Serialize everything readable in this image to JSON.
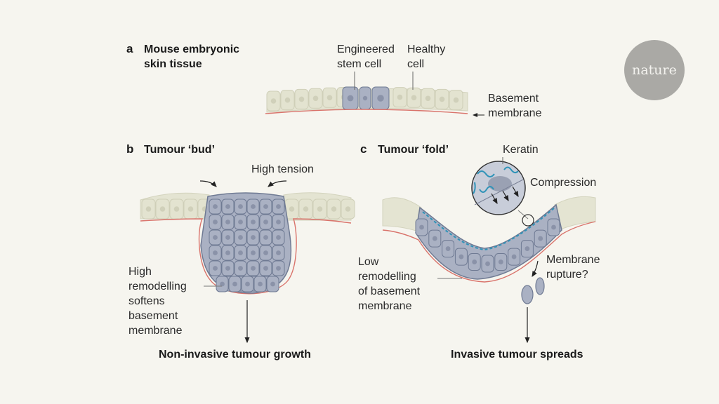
{
  "panels": {
    "a": {
      "letter": "a",
      "title_line1": "Mouse embryonic",
      "title_line2": "skin tissue",
      "labels": {
        "engineered_line1": "Engineered",
        "engineered_line2": "stem cell",
        "healthy_line1": "Healthy",
        "healthy_line2": "cell",
        "basement_line1": "Basement",
        "basement_line2": "membrane"
      }
    },
    "b": {
      "letter": "b",
      "title": "Tumour ‘bud’",
      "labels": {
        "tension": "High tension",
        "remodel_lines": [
          "High",
          "remodelling",
          "softens",
          "basement",
          "membrane"
        ]
      },
      "outcome": "Non-invasive tumour growth"
    },
    "c": {
      "letter": "c",
      "title": "Tumour ‘fold’",
      "labels": {
        "keratin": "Keratin",
        "compression": "Compression",
        "low_remodel_lines": [
          "Low",
          "remodelling",
          "of basement",
          "membrane"
        ],
        "rupture_line1": "Membrane",
        "rupture_line2": "rupture?"
      },
      "outcome": "Invasive tumour spreads"
    }
  },
  "logo": {
    "text": "nature"
  },
  "colors": {
    "background": "#f6f5ef",
    "healthy_cell": "#e3e3d0",
    "tumour_cell": "#aab1c3",
    "membrane": "#d9736b",
    "keratin": "#2f93b8",
    "logo": "#aaa9a5"
  }
}
